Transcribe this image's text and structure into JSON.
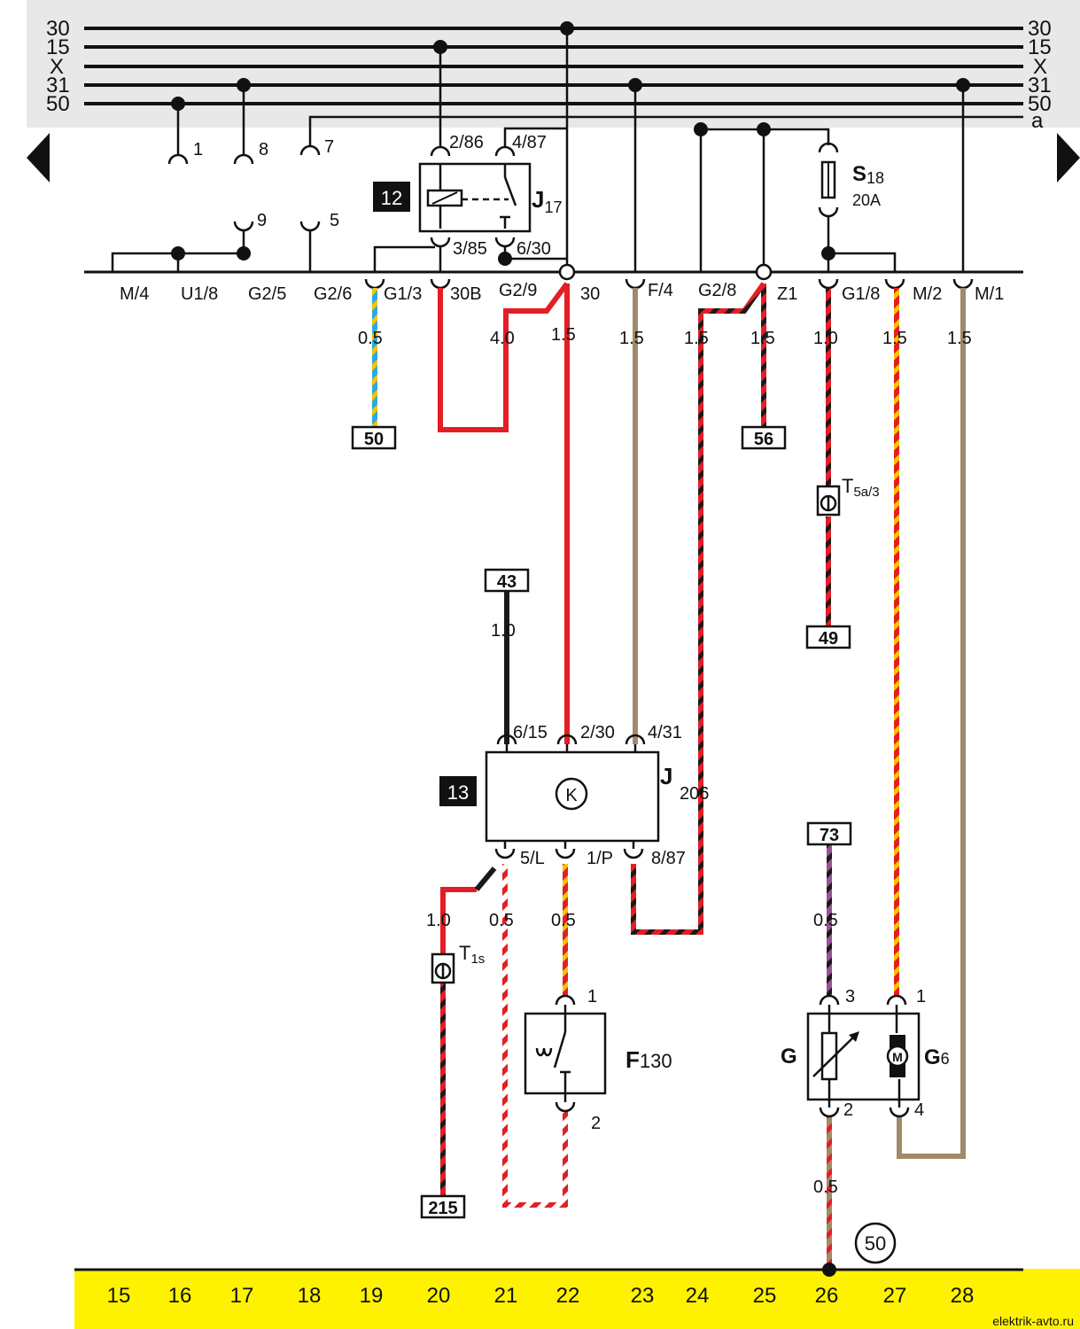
{
  "bus": {
    "left_labels": [
      "30",
      "15",
      "X",
      "31",
      "50"
    ],
    "right_labels": [
      "30",
      "15",
      "X",
      "31",
      "50",
      "a"
    ]
  },
  "top_connectors": [
    "1",
    "8",
    "7",
    "9",
    "5"
  ],
  "relay": {
    "badge": "12",
    "name_main": "J",
    "name_sub": "17",
    "pins": [
      "2/86",
      "4/87",
      "3/85",
      "6/30"
    ]
  },
  "fuse": {
    "name_main": "S",
    "name_sub": "18",
    "rating": "20A"
  },
  "terminal_block": {
    "labels": [
      "M/4",
      "U1/8",
      "G2/5",
      "G2/6",
      "G1/3",
      "30B",
      "G2/9",
      "30",
      "F/4",
      "G2/8",
      "Z1",
      "G1/8",
      "M/2",
      "M/1"
    ]
  },
  "wire_gauges": [
    "0.5",
    "4.0",
    "1.5",
    "1.5",
    "1.5",
    "1.5",
    "1.0",
    "1.5",
    "1.5",
    "1.0",
    "1.0",
    "0.5",
    "0.5",
    "0.5",
    "0.5"
  ],
  "ref_boxes": [
    "50",
    "56",
    "49",
    "43",
    "73",
    "215"
  ],
  "ground_ref": "50",
  "connectors_t": [
    {
      "main": "T",
      "sub": "5a/3"
    },
    {
      "main": "T",
      "sub": "1s"
    }
  ],
  "module": {
    "badge": "13",
    "name_main": "J",
    "name_sub": "206",
    "symbol": "K",
    "pins_top": [
      "6/15",
      "2/30",
      "4/31"
    ],
    "pins_bottom": [
      "5/L",
      "1/P",
      "8/87"
    ]
  },
  "switch": {
    "name_main": "F",
    "name_sub": "130",
    "pins": [
      "1",
      "2"
    ]
  },
  "sender": {
    "name_g": "G",
    "name_g6_main": "G",
    "name_g6_sub": "6",
    "motor_symbol": "M",
    "pins": [
      "3",
      "1",
      "2",
      "4"
    ]
  },
  "bottom_numbers": [
    "15",
    "16",
    "17",
    "18",
    "19",
    "20",
    "21",
    "22",
    "23",
    "24",
    "25",
    "26",
    "27",
    "28"
  ],
  "watermark": "elektrik-avto.ru",
  "colors": {
    "bus_band": "#e8e8e8",
    "footer_band": "#fff200",
    "wire_red": "#e31e24",
    "wire_black": "#1a1a1a",
    "wire_yellow": "#f5c400",
    "wire_blue": "#29abe2",
    "wire_brown": "#a08a6a",
    "wire_violet": "#9b4f96",
    "wire_white": "#ffffff"
  }
}
